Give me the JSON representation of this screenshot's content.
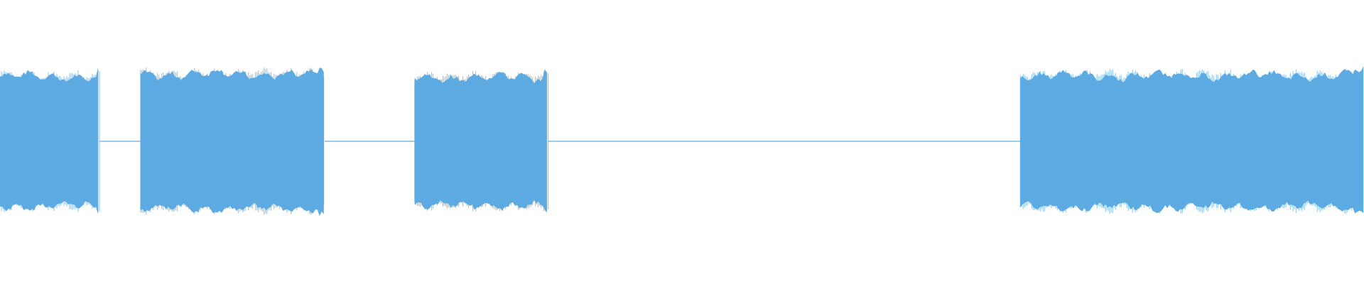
{
  "waveform": {
    "color": "#5dabe1",
    "background": "#ffffff",
    "segments": [
      {
        "kind": "sound",
        "start": 0.0,
        "end": 0.073,
        "level": 0.83
      },
      {
        "kind": "silence",
        "start": 0.073,
        "end": 0.103,
        "level": 0.0
      },
      {
        "kind": "sound",
        "start": 0.103,
        "end": 0.238,
        "level": 0.86
      },
      {
        "kind": "silence",
        "start": 0.238,
        "end": 0.304,
        "level": 0.0
      },
      {
        "kind": "sound",
        "start": 0.304,
        "end": 0.402,
        "level": 0.82
      },
      {
        "kind": "silence",
        "start": 0.402,
        "end": 0.748,
        "level": 0.0
      },
      {
        "kind": "sound",
        "start": 0.748,
        "end": 1.0,
        "level": 0.84
      }
    ]
  }
}
